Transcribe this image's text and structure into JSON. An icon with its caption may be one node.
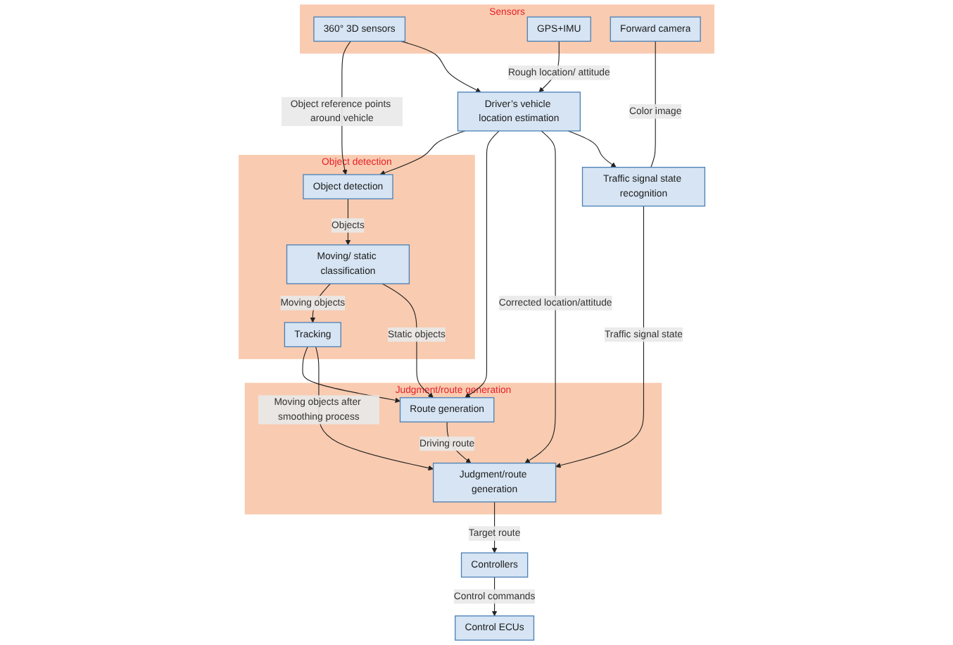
{
  "diagram": {
    "nodes": [
      {
        "text": [
          "Sensors"
        ]
      },
      {
        "text": [
          "360° 3D sensors"
        ],
        "in": 0
      },
      {
        "text": [
          "GPS+IMU"
        ],
        "in": 0
      },
      {
        "text": [
          "Forward camera"
        ],
        "in": 0
      },
      {
        "text": [
          "Object detection"
        ]
      },
      {
        "text": [
          "Object detection"
        ],
        "in": 4
      },
      {
        "text": [
          "Moving/ static classification"
        ],
        "in": 4
      },
      {
        "text": [
          "Tracking"
        ],
        "in": 4
      },
      {
        "text": [
          "Judgment/route generation"
        ]
      },
      {
        "text": [
          "Route generation"
        ],
        "in": 8
      },
      {
        "text": [
          "Judgment/route generation"
        ],
        "in": 8
      },
      {
        "text": [
          "Driver’s vehicle location estimation"
        ]
      },
      {
        "text": [
          "Traffic signal state recognition"
        ]
      },
      {
        "text": [
          "Controllers"
        ]
      },
      {
        "text": [
          "Control ECUs"
        ]
      }
    ],
    "edges": [
      {
        "from": 1,
        "to": 5,
        "arrow": "to",
        "label": "Object reference points around vehicle"
      },
      {
        "from": 1,
        "to": 11,
        "arrow": "to"
      },
      {
        "from": 2,
        "to": 11,
        "arrow": "to",
        "label": "Rough location/ attitude"
      },
      {
        "from": 3,
        "to": 12,
        "arrow": "none",
        "label": "Color image"
      },
      {
        "from": 11,
        "to": 5,
        "arrow": "to"
      },
      {
        "from": 11,
        "to": 9,
        "arrow": "to"
      },
      {
        "from": 11,
        "to": 10,
        "arrow": "to",
        "label": "Corrected location/attitude"
      },
      {
        "from": 11,
        "to": 12,
        "arrow": "to"
      },
      {
        "from": 12,
        "to": 10,
        "arrow": "to",
        "label": "Traffic signal state"
      },
      {
        "from": 5,
        "to": 6,
        "arrow": "to",
        "label": "Objects"
      },
      {
        "from": 6,
        "to": 7,
        "arrow": "to",
        "label": "Moving objects"
      },
      {
        "from": 6,
        "to": 9,
        "arrow": "to",
        "label": "Static objects"
      },
      {
        "from": 7,
        "to": 9,
        "arrow": "to"
      },
      {
        "from": 7,
        "to": 10,
        "arrow": "to",
        "label": "Moving objects after smoothing process"
      },
      {
        "from": 9,
        "to": 10,
        "arrow": "to",
        "label": "Driving route"
      },
      {
        "from": 10,
        "to": 13,
        "arrow": "to",
        "label": "Target route"
      },
      {
        "from": 13,
        "to": 14,
        "arrow": "to",
        "label": "Control commands"
      }
    ]
  }
}
